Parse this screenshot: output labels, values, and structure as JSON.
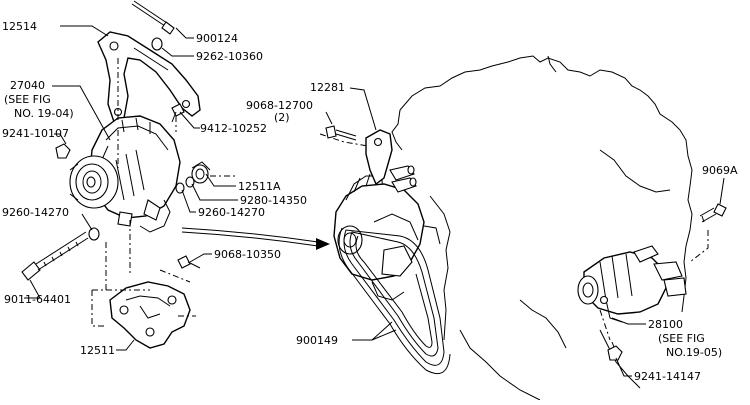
{
  "diagram": {
    "colors": {
      "line": "#000000",
      "background": "#ffffff"
    },
    "callouts": [
      {
        "id": "12514",
        "text": "12514"
      },
      {
        "id": "900124",
        "text": "900124"
      },
      {
        "id": "9262-10360",
        "text": "9262-10360"
      },
      {
        "id": "27040",
        "text": "27040"
      },
      {
        "id": "27040-see",
        "text": "(SEE FIG"
      },
      {
        "id": "27040-no",
        "text": "NO. 19-04)"
      },
      {
        "id": "9241-10107",
        "text": "9241-10107"
      },
      {
        "id": "9412-10252",
        "text": "9412-10252"
      },
      {
        "id": "12281",
        "text": "12281"
      },
      {
        "id": "9068-12700",
        "text": "9068-12700"
      },
      {
        "id": "9068-12700-qty",
        "text": "(2)"
      },
      {
        "id": "12511A",
        "text": "12511A"
      },
      {
        "id": "9280-14350",
        "text": "9280-14350"
      },
      {
        "id": "9260-14270-right",
        "text": "9260-14270"
      },
      {
        "id": "9260-14270-left",
        "text": "9260-14270"
      },
      {
        "id": "9069A",
        "text": "9069A"
      },
      {
        "id": "9068-10350",
        "text": "9068-10350"
      },
      {
        "id": "9011-64401",
        "text": "9011-64401"
      },
      {
        "id": "12511",
        "text": "12511"
      },
      {
        "id": "900149",
        "text": "900149"
      },
      {
        "id": "28100",
        "text": "28100"
      },
      {
        "id": "28100-see",
        "text": "(SEE FIG"
      },
      {
        "id": "28100-no",
        "text": "NO.19-05)"
      },
      {
        "id": "9241-14147",
        "text": "9241-14147"
      }
    ]
  }
}
